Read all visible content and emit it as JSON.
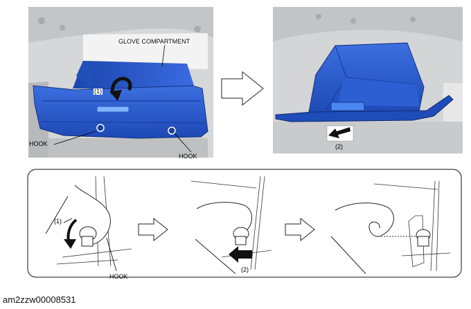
{
  "labels": {
    "glove_compartment": "GLOVE COMPARTMENT",
    "step1_top": "(1)",
    "hook_left": "HOOK",
    "hook_right": "HOOK",
    "step2_top": "(2)",
    "step1_bottom": "(1)",
    "hook_bottom": "HOOK",
    "step2_bottom": "(2)"
  },
  "caption": "am2zzw00008531",
  "colors": {
    "compartment_blue": "#2f5fd0",
    "compartment_dark": "#173a94",
    "photo_gray": "#d2d3d4",
    "arrow_black": "#111111"
  },
  "icons": [
    "rotate-arrow-icon",
    "outline-right-arrow-icon",
    "push-arrow-icon"
  ]
}
